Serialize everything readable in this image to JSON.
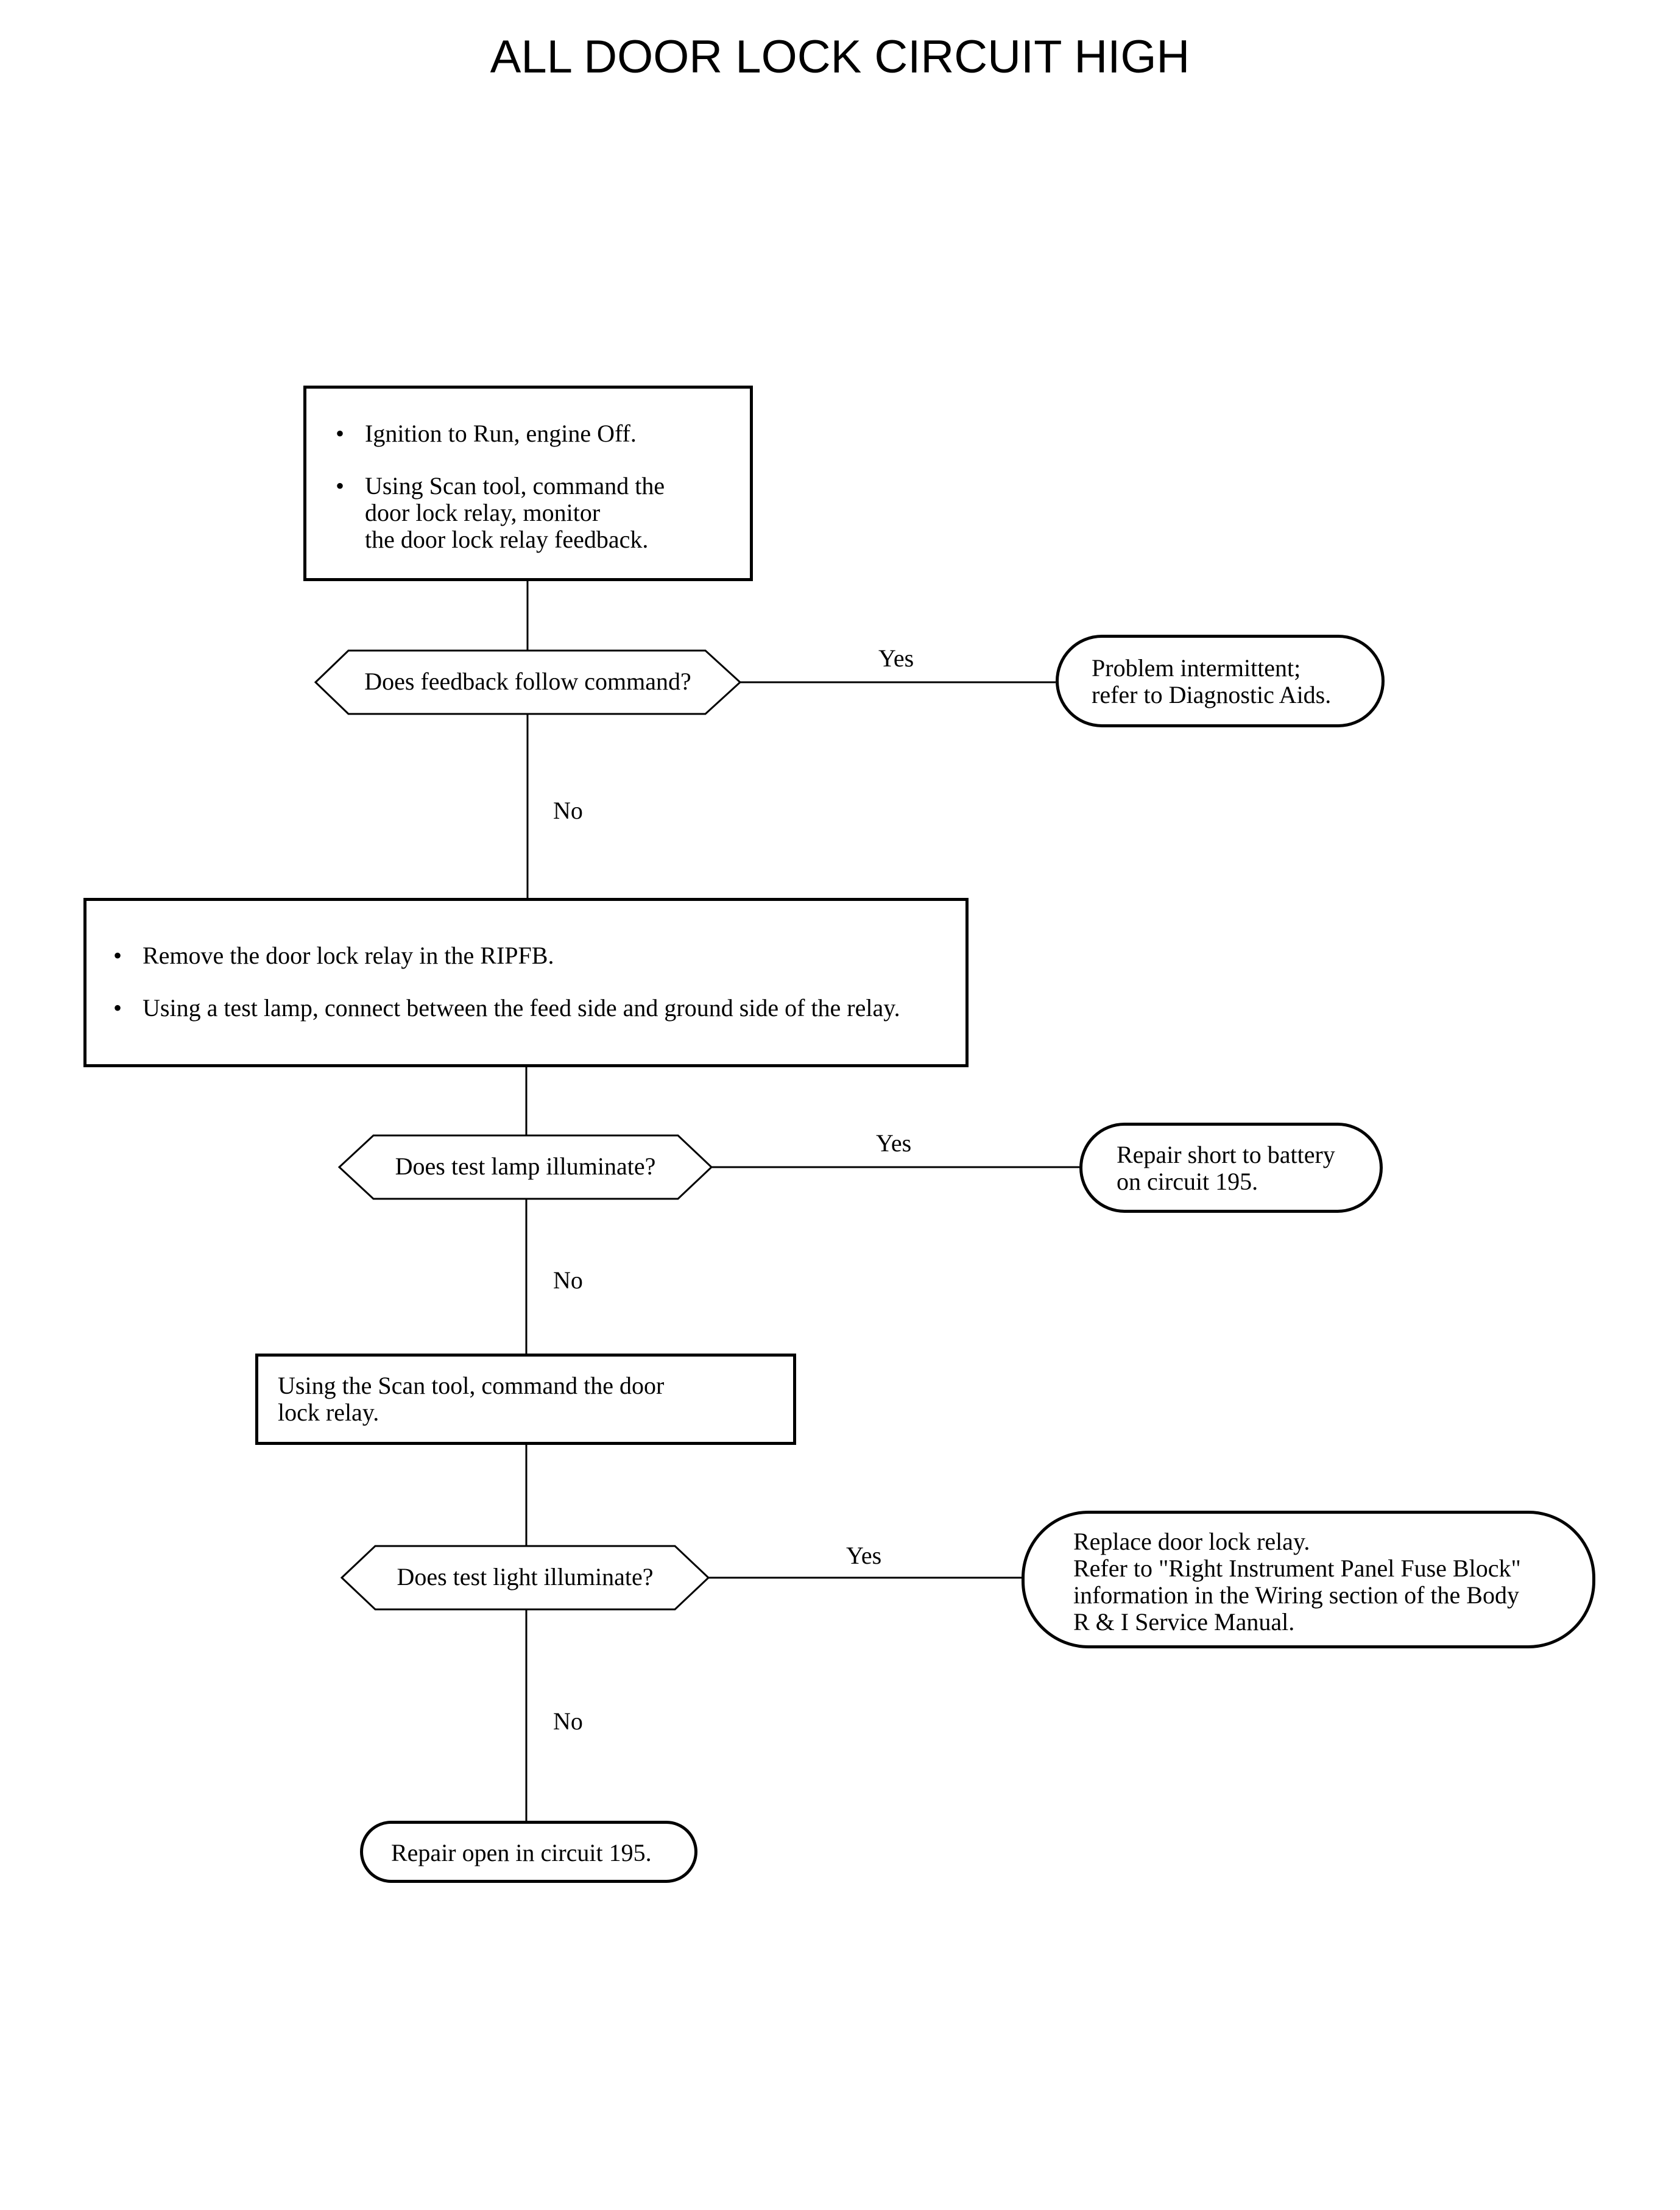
{
  "title": "ALL DOOR LOCK CIRCUIT HIGH",
  "step1": {
    "bullets": [
      "Ignition to Run, engine Off.",
      "Using Scan tool, command the\ndoor lock relay, monitor\nthe door lock relay feedback."
    ]
  },
  "decision1": {
    "text": "Does feedback follow command?",
    "yes": "Yes",
    "no": "No"
  },
  "result1": {
    "text": "Problem intermittent;\nrefer to Diagnostic Aids."
  },
  "step2": {
    "bullets": [
      "Remove the door lock relay in the RIPFB.",
      "Using a test lamp, connect between the feed side and ground side of the relay."
    ]
  },
  "decision2": {
    "text": "Does test lamp illuminate?",
    "yes": "Yes",
    "no": "No"
  },
  "result2": {
    "text": "Repair short to battery\non circuit 195."
  },
  "step3": {
    "text": "Using the Scan tool, command the door\nlock relay."
  },
  "decision3": {
    "text": "Does test light illuminate?",
    "yes": "Yes",
    "no": "No"
  },
  "result3": {
    "text": "Replace door lock relay.\nRefer to \"Right Instrument Panel Fuse Block\"\ninformation in the Wiring section of the Body\nR & I Service Manual."
  },
  "result4": {
    "text": "Repair open in circuit 195."
  }
}
